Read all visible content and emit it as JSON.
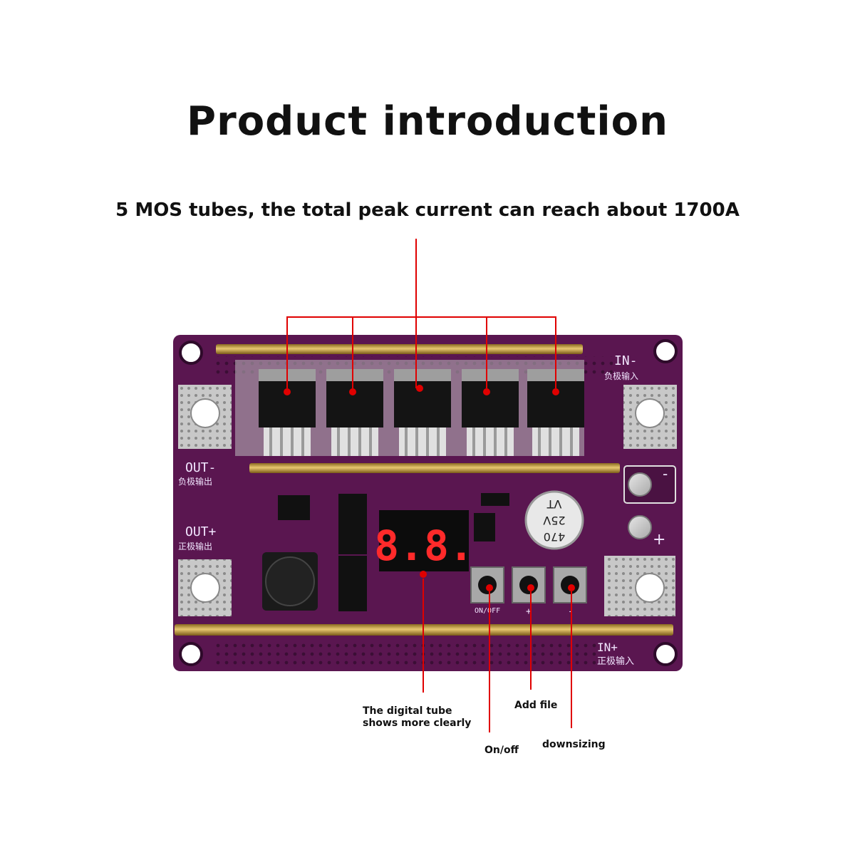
{
  "title": "Product introduction",
  "subtitle": "5 MOS tubes, the total peak current can reach about 1700A",
  "board": {
    "in_neg_label": "IN-",
    "in_neg_cn": "负极输入",
    "in_pos_label": "IN+",
    "in_pos_cn": "正极输入",
    "out_neg_label": "OUT-",
    "out_neg_cn": "负极输出",
    "out_pos_label": "OUT+",
    "out_pos_cn": "正极输出",
    "display_digits": "8.8.",
    "button_label_onoff": "ON/OFF",
    "button_label_plus": "+",
    "button_label_minus": "-",
    "capacitor_text": [
      "470",
      "25V",
      "VT"
    ],
    "terminal_minus": "-",
    "terminal_plus": "+"
  },
  "callouts": {
    "digital_tube_line1": "The digital tube",
    "digital_tube_line2": "shows more clearly",
    "add_file": "Add file",
    "on_off": "On/off",
    "downsizing": "downsizing"
  },
  "colors": {
    "pcb": "#5a1650",
    "pcb_dark": "#3f0d38",
    "copper_bar": "#c9a24a",
    "callout_line": "#e00000",
    "display_red": "#ff2a2a"
  }
}
